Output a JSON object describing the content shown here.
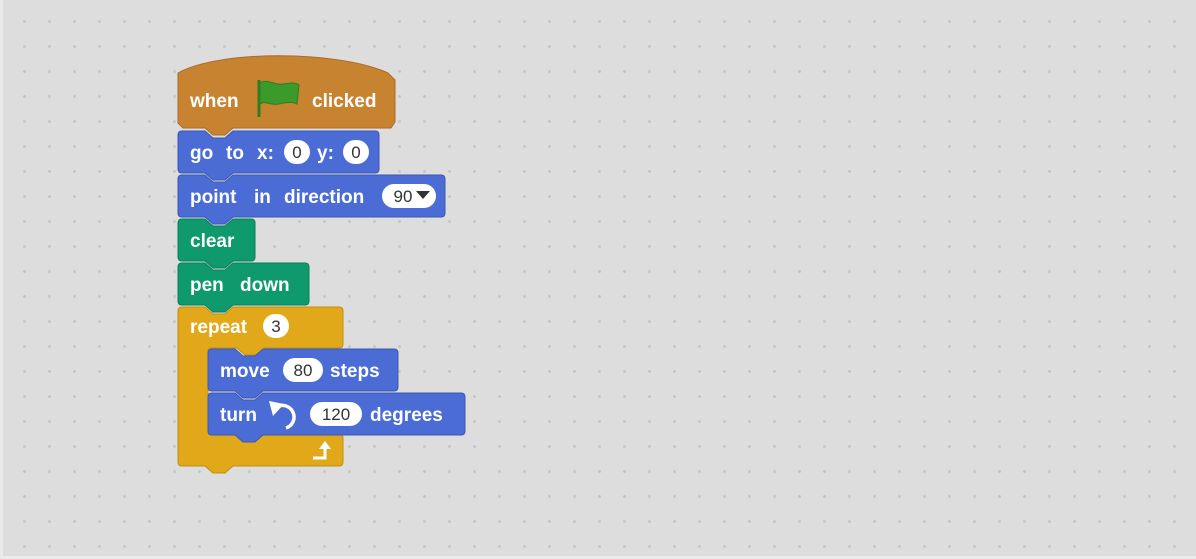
{
  "colors": {
    "events": "#c88330",
    "motion": "#4a6cd4",
    "pen": "#0e9a6c",
    "control": "#e1a91a",
    "flag": "#3a9b2a"
  },
  "script": {
    "hat": {
      "label_when": "when",
      "flag_icon": "green-flag-icon",
      "label_clicked": "clicked"
    },
    "goto": {
      "label_go": "go",
      "label_to": "to",
      "label_x": "x:",
      "x_value": "0",
      "label_y": "y:",
      "y_value": "0"
    },
    "point": {
      "label_point": "point",
      "label_in": "in",
      "label_direction": "direction",
      "direction_value": "90",
      "dropdown_icon": "dropdown-arrow-icon"
    },
    "clear": {
      "label": "clear"
    },
    "pen_down": {
      "label_pen": "pen",
      "label_down": "down"
    },
    "repeat": {
      "label": "repeat",
      "count": "3",
      "loop_icon": "loop-arrow-icon"
    },
    "move": {
      "label_move": "move",
      "steps_value": "80",
      "label_steps": "steps"
    },
    "turn": {
      "label_turn": "turn",
      "rotate_icon": "rotate-left-icon",
      "degrees_value": "120",
      "label_degrees": "degrees"
    }
  }
}
